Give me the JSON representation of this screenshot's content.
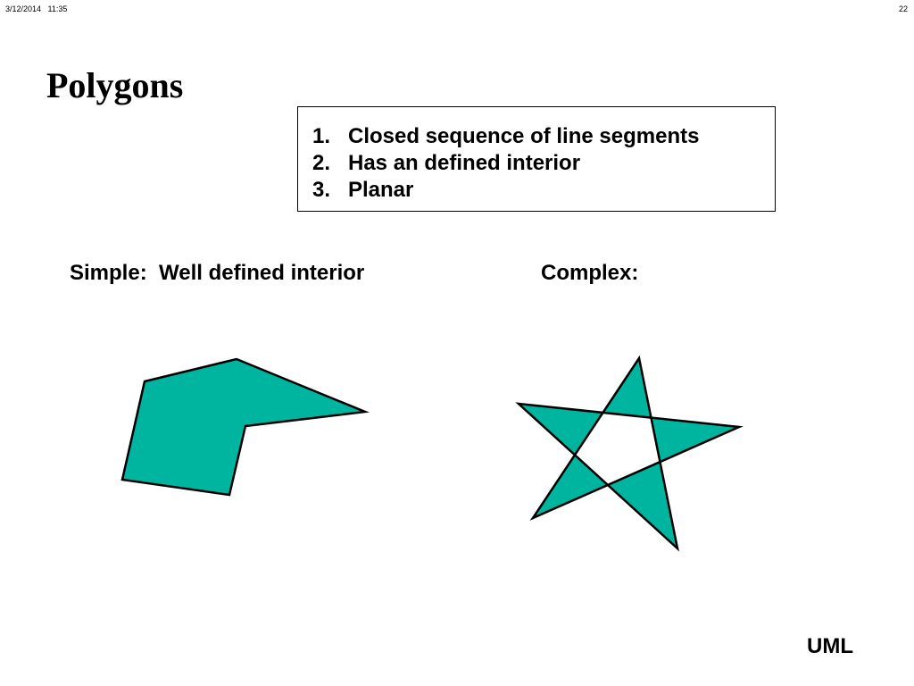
{
  "header": {
    "date_time": "3/12/2014   11:35",
    "page_number": "22"
  },
  "slide": {
    "title": "Polygons",
    "properties": [
      {
        "number": "1.",
        "text": "Closed sequence of line segments"
      },
      {
        "number": "2.",
        "text": "Has an defined interior"
      },
      {
        "number": "3.",
        "text": "Planar"
      }
    ],
    "simple_label": "Simple:  Well defined interior",
    "complex_label": "Complex:",
    "footer_label": "UML"
  },
  "colors": {
    "polygon_fill": "#00B5A0",
    "outline": "#000000"
  }
}
